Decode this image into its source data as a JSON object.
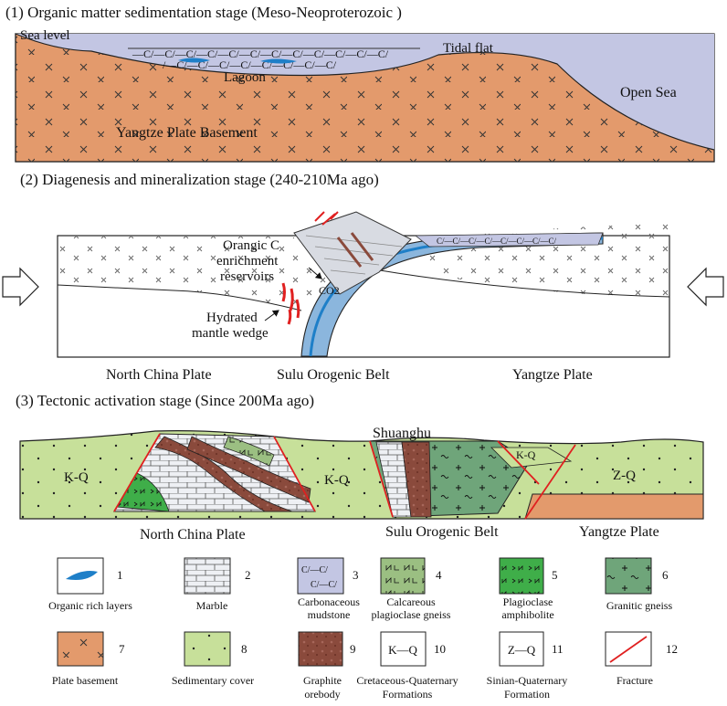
{
  "stage1": {
    "title": "(1) Organic matter sedimentation stage (Meso-Neoproterozoic )",
    "sea_level": "Sea level",
    "tidal_flat": "Tidal flat",
    "lagoon": "Lagoon",
    "open_sea": "Open Sea",
    "basement": "Yangtze Plate Basement"
  },
  "stage2": {
    "title": "(2) Diagenesis and mineralization stage (240-210Ma ago)",
    "reservoir_lines": [
      "Orangic C",
      "enrichment",
      "reservoirs"
    ],
    "wedge_lines": [
      "Hydrated",
      "mantle wedge"
    ],
    "co2": "CO2",
    "north": "North China Plate",
    "sulu": "Sulu Orogenic Belt",
    "yangtze": "Yangtze Plate"
  },
  "stage3": {
    "title": "(3) Tectonic activation stage (Since 200Ma ago)",
    "shuanghu": "Shuanghu",
    "kq_left": "K-Q",
    "kq_mid": "K-Q",
    "kq_right": "K-Q",
    "zq": "Z-Q",
    "north": "North China Plate",
    "sulu": "Sulu Orogenic Belt",
    "yangtze": "Yangtze Plate"
  },
  "legend": [
    {
      "num": "1",
      "lines": [
        "Organic rich layers"
      ]
    },
    {
      "num": "2",
      "lines": [
        "Marble"
      ]
    },
    {
      "num": "3",
      "lines": [
        "Carbonaceous",
        "mudstone"
      ],
      "symbol": "C/—C/"
    },
    {
      "num": "4",
      "lines": [
        "Calcareous",
        "plagioclase gneiss"
      ]
    },
    {
      "num": "5",
      "lines": [
        "Plagioclase",
        "amphibolite"
      ]
    },
    {
      "num": "6",
      "lines": [
        "Granitic gneiss"
      ]
    },
    {
      "num": "7",
      "lines": [
        "Plate basement"
      ]
    },
    {
      "num": "8",
      "lines": [
        "Sedimentary cover"
      ]
    },
    {
      "num": "9",
      "lines": [
        "Graphite",
        "orebody"
      ]
    },
    {
      "num": "10",
      "lines": [
        "Cretaceous-Quaternary",
        "Formations"
      ],
      "symbol": "K—Q"
    },
    {
      "num": "11",
      "lines": [
        "Sinian-Quaternary",
        "Formation"
      ],
      "symbol": "Z—Q"
    },
    {
      "num": "12",
      "lines": [
        "Fracture"
      ]
    }
  ],
  "colors": {
    "basement": "#e39a6c",
    "sea": "#c3c6e3",
    "cover": "#c7e09a",
    "amphibolite": "#3fae49",
    "granitic": "#6fa57a",
    "graphite": "#8a4a3c",
    "organic": "#1e7fc8",
    "fracture": "#e02020"
  }
}
